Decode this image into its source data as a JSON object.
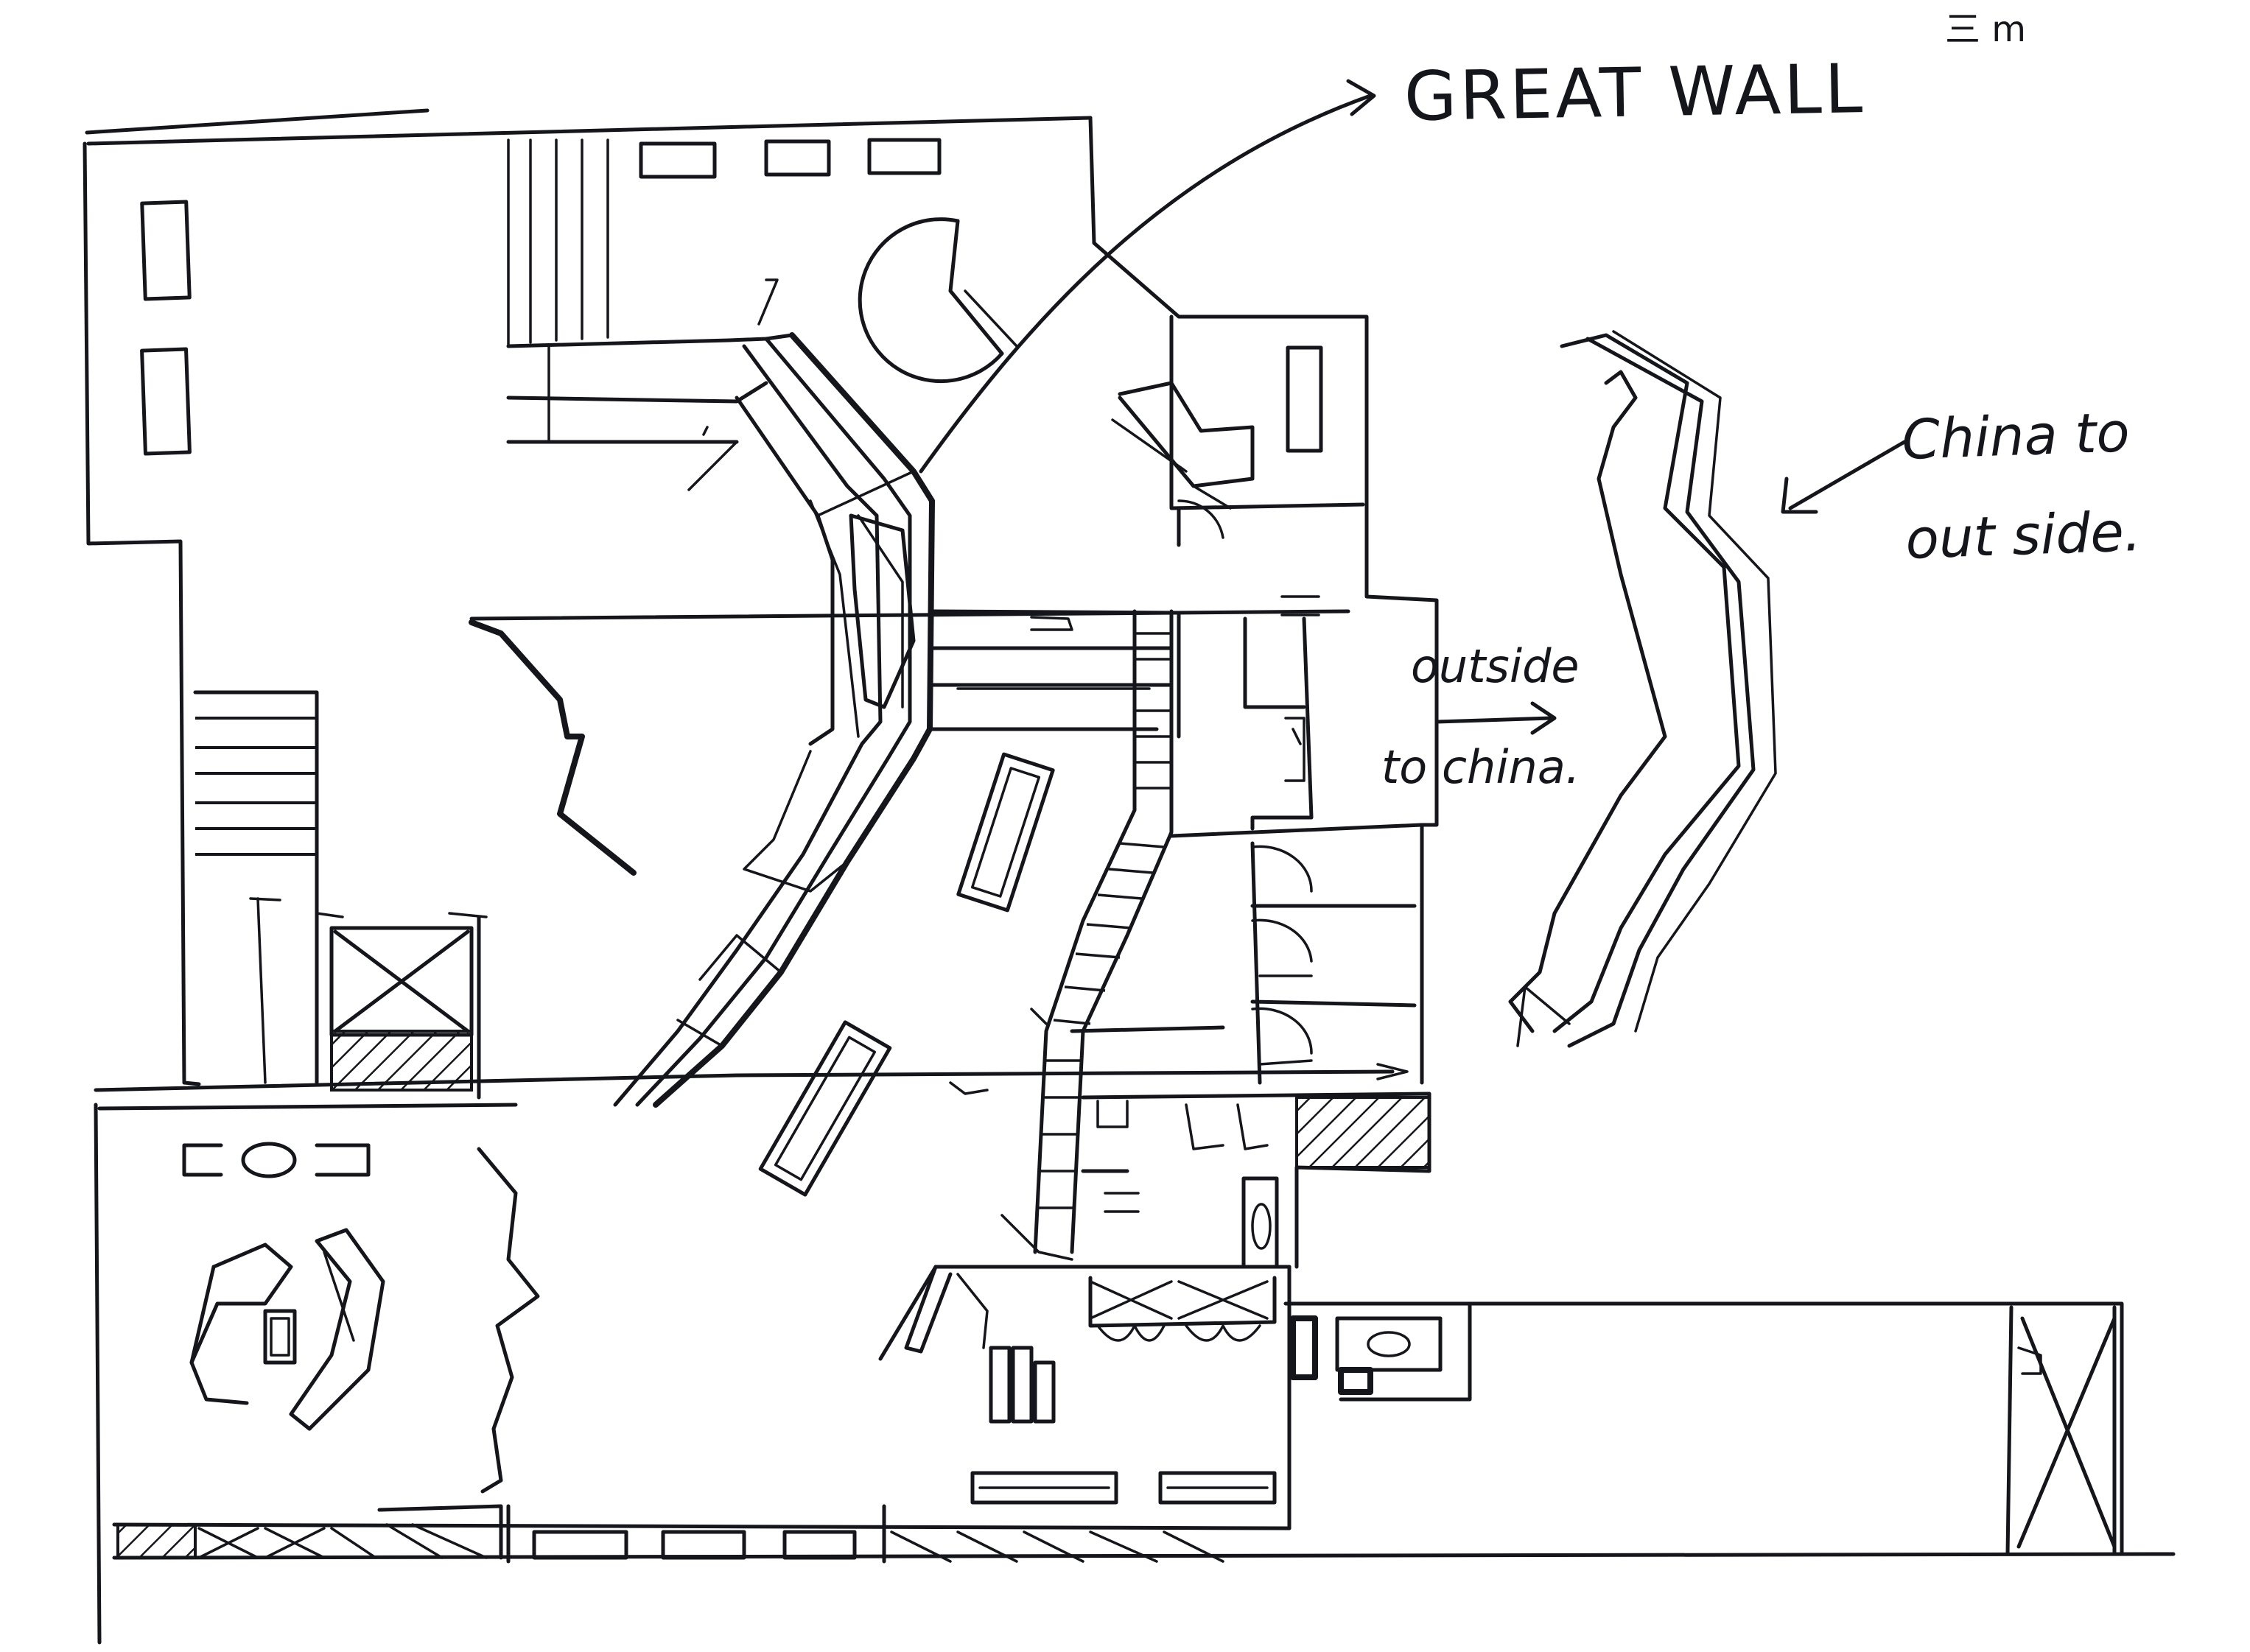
{
  "labels": {
    "great_wall": "GREAT WALL",
    "china_to_outside_line1": "China to",
    "china_to_outside_line2": "out side.",
    "outside_to_china_line1": "outside",
    "outside_to_china_line2": "to china.",
    "corner_mark": "三 m"
  },
  "ink_color": "#14161c",
  "paper_color": "#ffffff"
}
